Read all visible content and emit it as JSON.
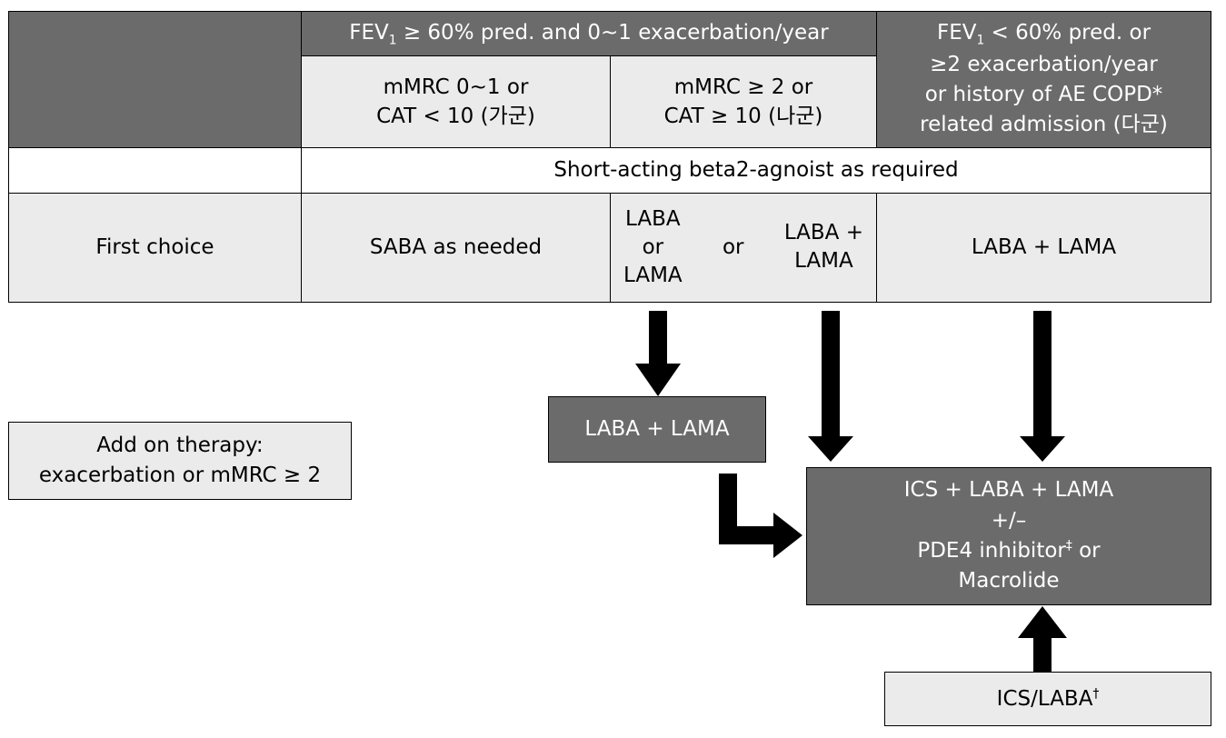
{
  "table": {
    "header_group_left": {
      "text": "FEV",
      "sub": "1",
      "rest": " ≥ 60% pred. and 0~1 exacerbation/year"
    },
    "header_right": {
      "text": "FEV",
      "sub": "1",
      "line1_rest": " < 60% pred. or",
      "line2": "≥2 exacerbation/year",
      "line3": "or history of AE COPD*",
      "line4": "related admission (다군)"
    },
    "sub_header_ga": {
      "line1": "mMRC 0~1 or",
      "line2": "CAT < 10 (가군)"
    },
    "sub_header_na": {
      "line1": "mMRC ≥ 2 or",
      "line2": "CAT ≥ 10 (나군)"
    },
    "saba_row": "Short-acting beta2-agnoist as required",
    "first_choice": {
      "label": "First choice",
      "ga": "SABA as needed",
      "na_opt1": [
        "LABA",
        "or",
        "LAMA"
      ],
      "na_or": "or",
      "na_opt2": [
        "LABA +",
        "LAMA"
      ],
      "da": "LABA + LAMA"
    }
  },
  "flow": {
    "add_on": {
      "line1": "Add on therapy:",
      "line2": "exacerbation or mMRC ≥ 2"
    },
    "step_box": "LABA + LAMA",
    "final_box": {
      "line1": "ICS + LABA + LAMA",
      "line2": "+/–",
      "line3": "PDE4 inhibitor",
      "line3_sup": "‡",
      "line3_rest": " or",
      "line4": "Macrolide"
    },
    "ics_laba": {
      "text": "ICS/LABA",
      "sup": "†"
    }
  },
  "colors": {
    "dark": "#6b6b6b",
    "light": "#ebebeb",
    "white": "#ffffff"
  }
}
